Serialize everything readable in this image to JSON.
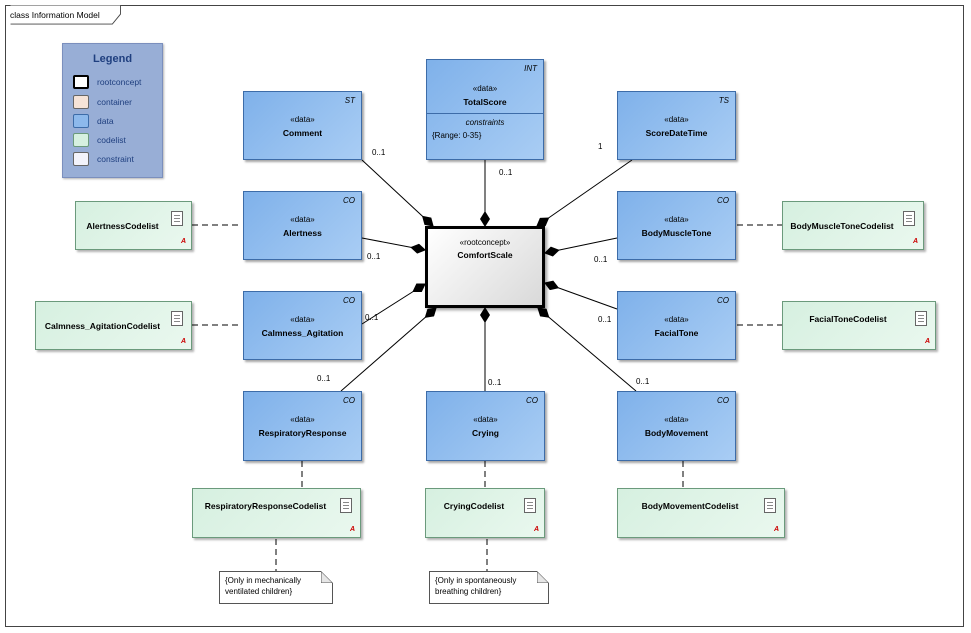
{
  "frame": {
    "title": "class Information Model"
  },
  "legend": {
    "title": "Legend",
    "items": [
      {
        "label": "rootconcept",
        "color": "#ffffff",
        "border": "#000000"
      },
      {
        "label": "container",
        "color": "#f6e3d7",
        "border": "#888888"
      },
      {
        "label": "data",
        "color": "#8db9ec",
        "border": "#3d6ca8"
      },
      {
        "label": "codelist",
        "color": "#d6f0e0",
        "border": "#6b9a7c"
      },
      {
        "label": "constraint",
        "color": "#f3f3fb",
        "border": "#888888"
      }
    ]
  },
  "root": {
    "stereotype": "«rootconcept»",
    "name": "ComfortScale"
  },
  "data_classes": {
    "comment": {
      "stereotype": "«data»",
      "name": "Comment",
      "type": "ST"
    },
    "total": {
      "stereotype": "«data»",
      "name": "TotalScore",
      "type": "INT",
      "constraints_header": "constraints",
      "constraint": "{Range: 0-35}"
    },
    "datetime": {
      "stereotype": "«data»",
      "name": "ScoreDateTime",
      "type": "TS"
    },
    "alertness": {
      "stereotype": "«data»",
      "name": "Alertness",
      "type": "CO"
    },
    "muscle": {
      "stereotype": "«data»",
      "name": "BodyMuscleTone",
      "type": "CO"
    },
    "calmness": {
      "stereotype": "«data»",
      "name": "Calmness_Agitation",
      "type": "CO"
    },
    "facial": {
      "stereotype": "«data»",
      "name": "FacialTone",
      "type": "CO"
    },
    "resp": {
      "stereotype": "«data»",
      "name": "RespiratoryResponse",
      "type": "CO"
    },
    "crying": {
      "stereotype": "«data»",
      "name": "Crying",
      "type": "CO"
    },
    "movement": {
      "stereotype": "«data»",
      "name": "BodyMovement",
      "type": "CO"
    }
  },
  "codelists": {
    "alertness": "AlertnessCodelist",
    "muscle": "BodyMuscleToneCodelist",
    "calmness": "Calmness_AgitationCodelist",
    "facial": "FacialToneCodelist",
    "resp": "RespiratoryResponseCodelist",
    "crying": "CryingCodelist",
    "movement": "BodyMovementCodelist"
  },
  "codelist_marker": "A",
  "multiplicities": {
    "comment": "0..1",
    "total": "0..1",
    "datetime": "1",
    "alertness": "0..1",
    "muscle": "0..1",
    "calmness": "0..1",
    "facial": "0..1",
    "resp": "0..1",
    "crying": "0..1",
    "movement": "0..1"
  },
  "notes": {
    "resp": {
      "line1": "{Only in mechanically",
      "line2": "ventilated children}"
    },
    "crying": {
      "line1": "{Only in spontaneously",
      "line2": "breathing children}"
    }
  }
}
